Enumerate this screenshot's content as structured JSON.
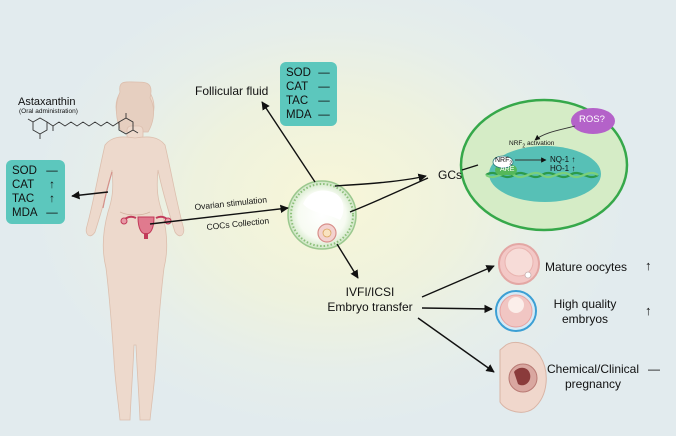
{
  "astaxanthin": {
    "title": "Astaxanthin",
    "subtitle": "(Oral administration)"
  },
  "serum_box": {
    "rows": [
      {
        "marker": "SOD",
        "change": "—"
      },
      {
        "marker": "CAT",
        "change": "↑"
      },
      {
        "marker": "TAC",
        "change": "↑"
      },
      {
        "marker": "MDA",
        "change": "—"
      }
    ]
  },
  "follicular_box": {
    "rows": [
      {
        "marker": "SOD",
        "change": "—"
      },
      {
        "marker": "CAT",
        "change": "—"
      },
      {
        "marker": "TAC",
        "change": "—"
      },
      {
        "marker": "MDA",
        "change": "—"
      }
    ]
  },
  "labels": {
    "follicular_fluid": "Follicular fluid",
    "ovarian_stimulation": "Ovarian stimulation",
    "cocs_collection": "COCs Collection",
    "gcs": "GCs",
    "ivf_line1": "IVFI/ICSI",
    "ivf_line2": "Embryo transfer"
  },
  "gc_cell": {
    "ros": "ROS?",
    "nrf2_activation_prefix": "NRF",
    "nrf2_activation_sub": "2",
    "nrf2_activation_suffix": " activation",
    "nrf2_prefix": "NRF",
    "nrf2_sub": "2",
    "are": "ARE",
    "nq1": "NQ-1",
    "nq1_change": "↑",
    "ho1": "HO-1",
    "ho1_change": "↑"
  },
  "outcomes": [
    {
      "line1": "Mature oocytes",
      "line2": "",
      "change": "↑"
    },
    {
      "line1": "High quality",
      "line2": "embryos",
      "change": "↑"
    },
    {
      "line1": "Chemical/Clinical",
      "line2": "pregnancy",
      "change": "—"
    }
  ],
  "colors": {
    "box": "#5cc7bd",
    "cell_outer": "#d5ecc6",
    "cell_border": "#36a84a",
    "nucleus": "#57c0b6",
    "ros": "#b462c9",
    "body": "#edd9cc"
  }
}
